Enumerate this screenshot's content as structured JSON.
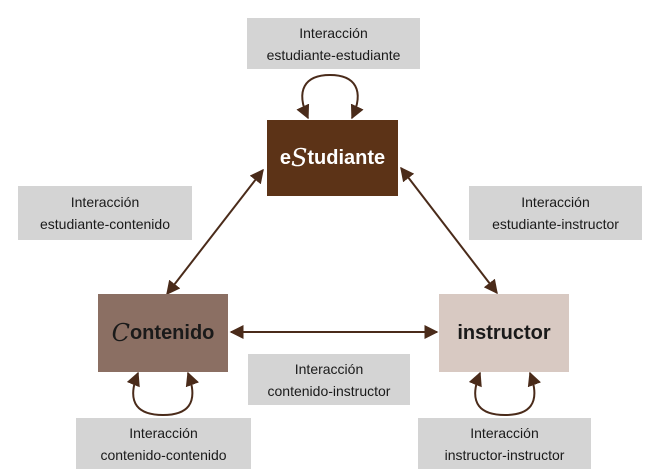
{
  "colors": {
    "estudiante_fill": "#5c3317",
    "contenido_fill": "#8b6f63",
    "instructor_fill": "#d8c9c2",
    "arrow": "#4a2b1a",
    "label_fill": "#d4d4d4"
  },
  "nodes": {
    "estudiante": {
      "prefix": "e",
      "initial": "S",
      "rest": "tudiante"
    },
    "contenido": {
      "initial": "C",
      "rest": "ontenido"
    },
    "instructor": {
      "text": "instructor"
    }
  },
  "labels": {
    "est_est": {
      "line1": "Interacción",
      "line2": "estudiante-estudiante"
    },
    "est_cont": {
      "line1": "Interacción",
      "line2": "estudiante-contenido"
    },
    "est_inst": {
      "line1": "Interacción",
      "line2": "estudiante-instructor"
    },
    "cont_inst": {
      "line1": "Interacción",
      "line2": "contenido-instructor"
    },
    "cont_cont": {
      "line1": "Interacción",
      "line2": "contenido-contenido"
    },
    "inst_inst": {
      "line1": "Interacción",
      "line2": "instructor-instructor"
    }
  }
}
